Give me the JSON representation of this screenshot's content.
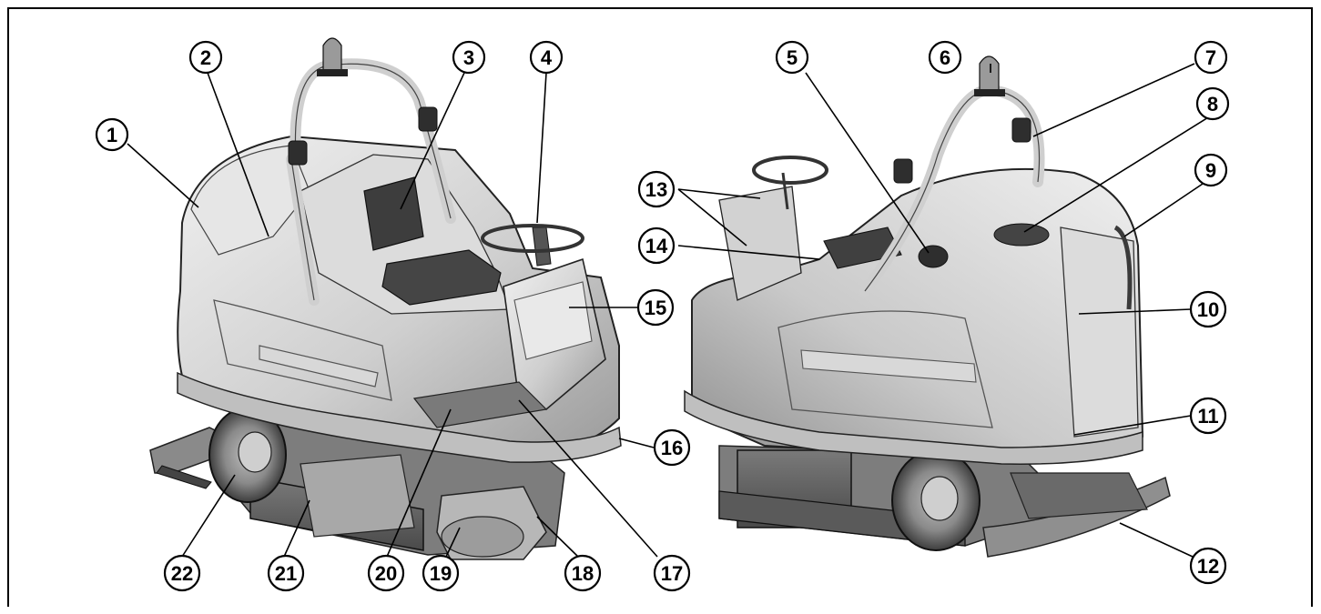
{
  "figure": {
    "title": "",
    "views": [
      "left-front-three-quarter",
      "right-rear-three-quarter"
    ]
  },
  "callouts": [
    {
      "id": "1",
      "label": "1"
    },
    {
      "id": "2",
      "label": "2"
    },
    {
      "id": "3",
      "label": "3"
    },
    {
      "id": "4",
      "label": "4"
    },
    {
      "id": "5",
      "label": "5"
    },
    {
      "id": "6",
      "label": "6"
    },
    {
      "id": "7",
      "label": "7"
    },
    {
      "id": "8",
      "label": "8"
    },
    {
      "id": "9",
      "label": "9"
    },
    {
      "id": "10",
      "label": "10"
    },
    {
      "id": "11",
      "label": "11"
    },
    {
      "id": "12",
      "label": "12"
    },
    {
      "id": "13",
      "label": "13"
    },
    {
      "id": "14",
      "label": "14"
    },
    {
      "id": "15",
      "label": "15"
    },
    {
      "id": "16",
      "label": "16"
    },
    {
      "id": "17",
      "label": "17"
    },
    {
      "id": "18",
      "label": "18"
    },
    {
      "id": "19",
      "label": "19"
    },
    {
      "id": "20",
      "label": "20"
    },
    {
      "id": "21",
      "label": "21"
    },
    {
      "id": "22",
      "label": "22"
    }
  ],
  "colors": {
    "body_light": "#d9d9d9",
    "body_mid": "#b3b3b3",
    "body_dark": "#6e6e6e",
    "line": "#000000"
  }
}
